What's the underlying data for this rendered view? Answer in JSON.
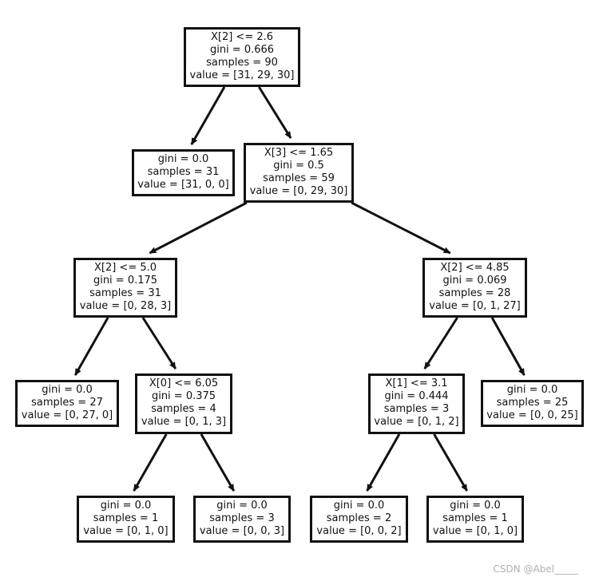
{
  "nodes": [
    {
      "id": "n0",
      "lines": [
        "X[2] <= 2.6",
        "gini = 0.666",
        "samples = 90",
        "value = [31, 29, 30]"
      ]
    },
    {
      "id": "n1",
      "lines": [
        "gini = 0.0",
        "samples = 31",
        "value = [31, 0, 0]"
      ]
    },
    {
      "id": "n2",
      "lines": [
        "X[3] <= 1.65",
        "gini = 0.5",
        "samples = 59",
        "value = [0, 29, 30]"
      ]
    },
    {
      "id": "n3",
      "lines": [
        "X[2] <= 5.0",
        "gini = 0.175",
        "samples = 31",
        "value = [0, 28, 3]"
      ]
    },
    {
      "id": "n4",
      "lines": [
        "X[2] <= 4.85",
        "gini = 0.069",
        "samples = 28",
        "value = [0, 1, 27]"
      ]
    },
    {
      "id": "n5",
      "lines": [
        "gini = 0.0",
        "samples = 27",
        "value = [0, 27, 0]"
      ]
    },
    {
      "id": "n6",
      "lines": [
        "X[0] <= 6.05",
        "gini = 0.375",
        "samples = 4",
        "value = [0, 1, 3]"
      ]
    },
    {
      "id": "n7",
      "lines": [
        "X[1] <= 3.1",
        "gini = 0.444",
        "samples = 3",
        "value = [0, 1, 2]"
      ]
    },
    {
      "id": "n8",
      "lines": [
        "gini = 0.0",
        "samples = 25",
        "value = [0, 0, 25]"
      ]
    },
    {
      "id": "n9",
      "lines": [
        "gini = 0.0",
        "samples = 1",
        "value = [0, 1, 0]"
      ]
    },
    {
      "id": "n10",
      "lines": [
        "gini = 0.0",
        "samples = 3",
        "value = [0, 0, 3]"
      ]
    },
    {
      "id": "n11",
      "lines": [
        "gini = 0.0",
        "samples = 2",
        "value = [0, 0, 2]"
      ]
    },
    {
      "id": "n12",
      "lines": [
        "gini = 0.0",
        "samples = 1",
        "value = [0, 1, 0]"
      ]
    }
  ],
  "edges": [
    [
      "n0",
      "n1"
    ],
    [
      "n0",
      "n2"
    ],
    [
      "n2",
      "n3"
    ],
    [
      "n2",
      "n4"
    ],
    [
      "n3",
      "n5"
    ],
    [
      "n3",
      "n6"
    ],
    [
      "n4",
      "n7"
    ],
    [
      "n4",
      "n8"
    ],
    [
      "n6",
      "n9"
    ],
    [
      "n6",
      "n10"
    ],
    [
      "n7",
      "n11"
    ],
    [
      "n7",
      "n12"
    ]
  ],
  "watermark": "CSDN @Abel_____"
}
